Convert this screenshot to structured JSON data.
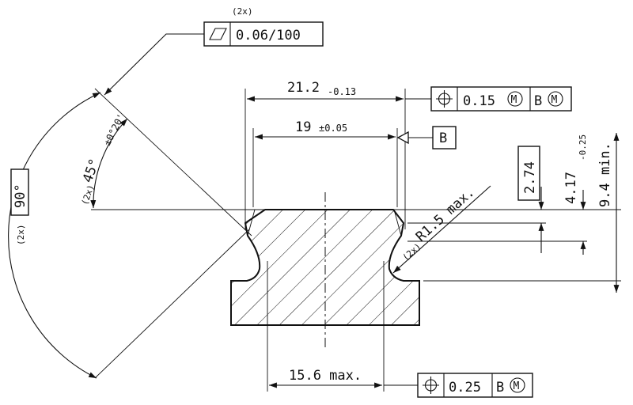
{
  "chamfer_count": "(2x)",
  "flatness": {
    "count": "(2x)",
    "tolerance": "0.06/100",
    "symbol": "parallelogram-flatness-icon"
  },
  "angle_outer": {
    "count": "(2x)",
    "value": "90°"
  },
  "angle_inner": {
    "count": "(2x)",
    "value": "45°",
    "tolerance": "±0°20'"
  },
  "top_width": {
    "nominal": "21.2",
    "tolerance": "-0.13"
  },
  "mid_width": {
    "nominal": "19",
    "tolerance": "±0.05"
  },
  "position_top": {
    "symbol": "position-icon",
    "tolerance": "0.15",
    "modifier": "M",
    "datum": "B",
    "datum_modifier": "M"
  },
  "datum_label": "B",
  "radius": {
    "count": "(2x)",
    "label": "R1.5 max."
  },
  "height_274": "2.74",
  "height_417": {
    "nominal": "4.17",
    "tolerance": "-0.25"
  },
  "height_94": "9.4 min.",
  "bottom_width": "15.6 max.",
  "position_bottom": {
    "symbol": "position-icon",
    "tolerance": "0.25",
    "datum": "B",
    "datum_modifier": "M"
  }
}
